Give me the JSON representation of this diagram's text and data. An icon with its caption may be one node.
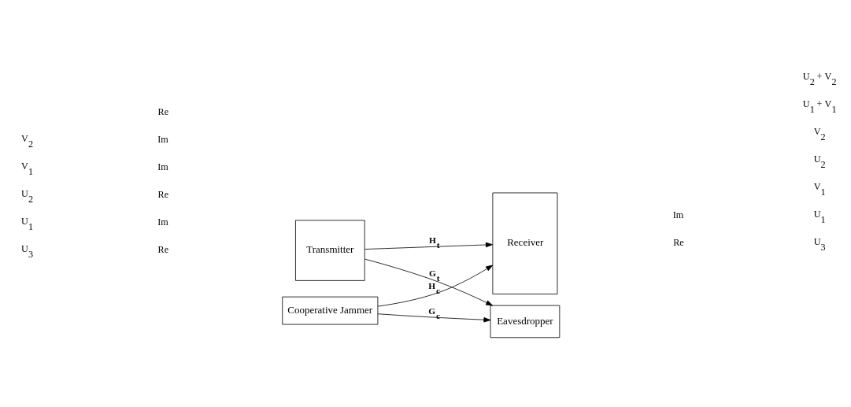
{
  "diagram": {
    "nodes": [
      {
        "text": [
          "Transmitter"
        ]
      },
      {
        "text": [
          "Cooperative Jammer"
        ]
      },
      {
        "text": [
          "Receiver"
        ]
      },
      {
        "text": [
          "Eavesdropper"
        ]
      }
    ],
    "edges": [
      {
        "from": 0,
        "to": 2,
        "arrow": "to",
        "label": "H$_{t}$"
      },
      {
        "from": 0,
        "to": 3,
        "arrow": "to",
        "label": "G$_{t}$"
      },
      {
        "from": 1,
        "to": 2,
        "arrow": "to",
        "label": "H$_{c}$"
      },
      {
        "from": 1,
        "to": 3,
        "arrow": "to",
        "label": "G$_{c}$"
      }
    ],
    "labels": [
      "U$_{1}$",
      "Im",
      "U$_{2}$",
      "Re",
      "Im",
      "U$_{3}$",
      "Re",
      "V$_{1}$",
      "Im",
      "V$_{2}$",
      "Re",
      "U$_{1}$",
      "V$_{1}$",
      "U$_{2}$",
      "U$_{3}$",
      "V$_{2}$",
      "U$_{1}$ + V$_{1}$",
      "Im",
      "U$_{2}$ + V$_{2}$",
      "Re"
    ]
  }
}
